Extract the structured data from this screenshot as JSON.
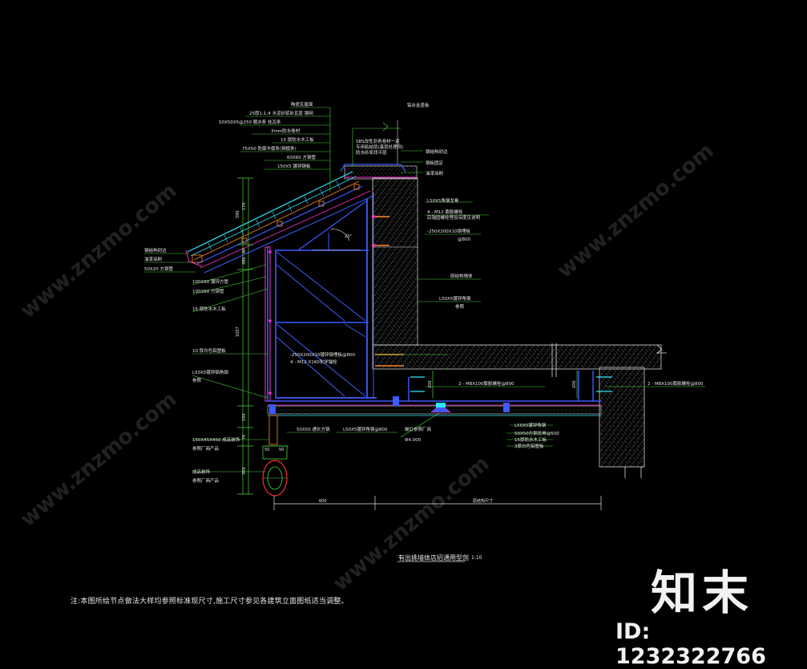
{
  "top_labels": [
    "铝合金盖板",
    "SBS改性沥青卷材一道",
    "专用粘结层(基层处理剂)",
    "防水砂浆找平层",
    "钢结构封边",
    "钢板固定",
    "油漆涂刷"
  ],
  "roof_layers": [
    "陶瓷瓦屋面",
    "25厚1:1:4  水泥砂浆卧瓦层 钢网",
    "50X50X5@250 顺水条 挂瓦条",
    "3mm防水卷材",
    "15 厚防水木工板",
    "75X50 防腐木檩条(钢檩条)",
    "60X60 方钢管",
    "150X5 镀锌钢板"
  ],
  "left_labels": [
    "钢结构封边",
    "油漆涂刷",
    "50X20  方钢管",
    "100X50  镀锌方管",
    "100X50  方钢管",
    "15 厚防水木工板",
    "10  厚白色铝塑板",
    "L50X5镀锌钢角钢",
    "参照",
    "150X45X450  成品装饰",
    "参照厂商产品",
    "成品装饰",
    "参照厂商产品"
  ],
  "right_labels": [
    "L50X5角钢龙骨",
    "4 - M12 膨胀螺栓",
    "后锚固螺栓埋设深度见说明",
    "-250X200X10钢埋板",
    "@800",
    "原结构墙体",
    "L50X5镀锌角钢",
    "参照",
    "-250X200X10镀锌钢埋板@800",
    "4 - M12 X160化学锚栓",
    "2 - M8X100膨胀螺栓@800",
    "2 - M8X100膨胀螺栓@800"
  ],
  "bottom_labels": [
    "50X50  通长方钢",
    "L50X5镀锌角钢@800",
    "嵌灯参照厂商",
    "Φ4.000",
    "L50X5镀锌角钢",
    "50X50方钢龙骨@500",
    "15厚防水木工板",
    "3厚白色铝塑板"
  ],
  "dimensions": {
    "angle": "23°",
    "v_dims": [
      "590",
      "170",
      "380",
      "80",
      "1057",
      "150",
      "70",
      "350"
    ],
    "s_dims": [
      "200",
      "50",
      "50",
      "200"
    ],
    "h_span_left": "600",
    "h_span_right": "原结构尺寸"
  },
  "title": "有出挑墙体店招通用型剖",
  "scale": "1:10",
  "note": "注:本图所绘节点做法大样均参照标准现尺寸,施工尺寸参见各建筑立面图纸适当调整。",
  "watermark": "www.znzmo.com",
  "logo": "知末",
  "id_label": "ID: 1232322766",
  "colors": {
    "background": "#000000",
    "steel": "#3c5bff",
    "insulation": "#ff2fd0",
    "roof_tile": "#2ee6ff",
    "accent_orange": "#ff8a2a",
    "concrete_hatch": "#cfcfcf",
    "dimension": "#4cd23a",
    "label": "#e8e8e8"
  }
}
